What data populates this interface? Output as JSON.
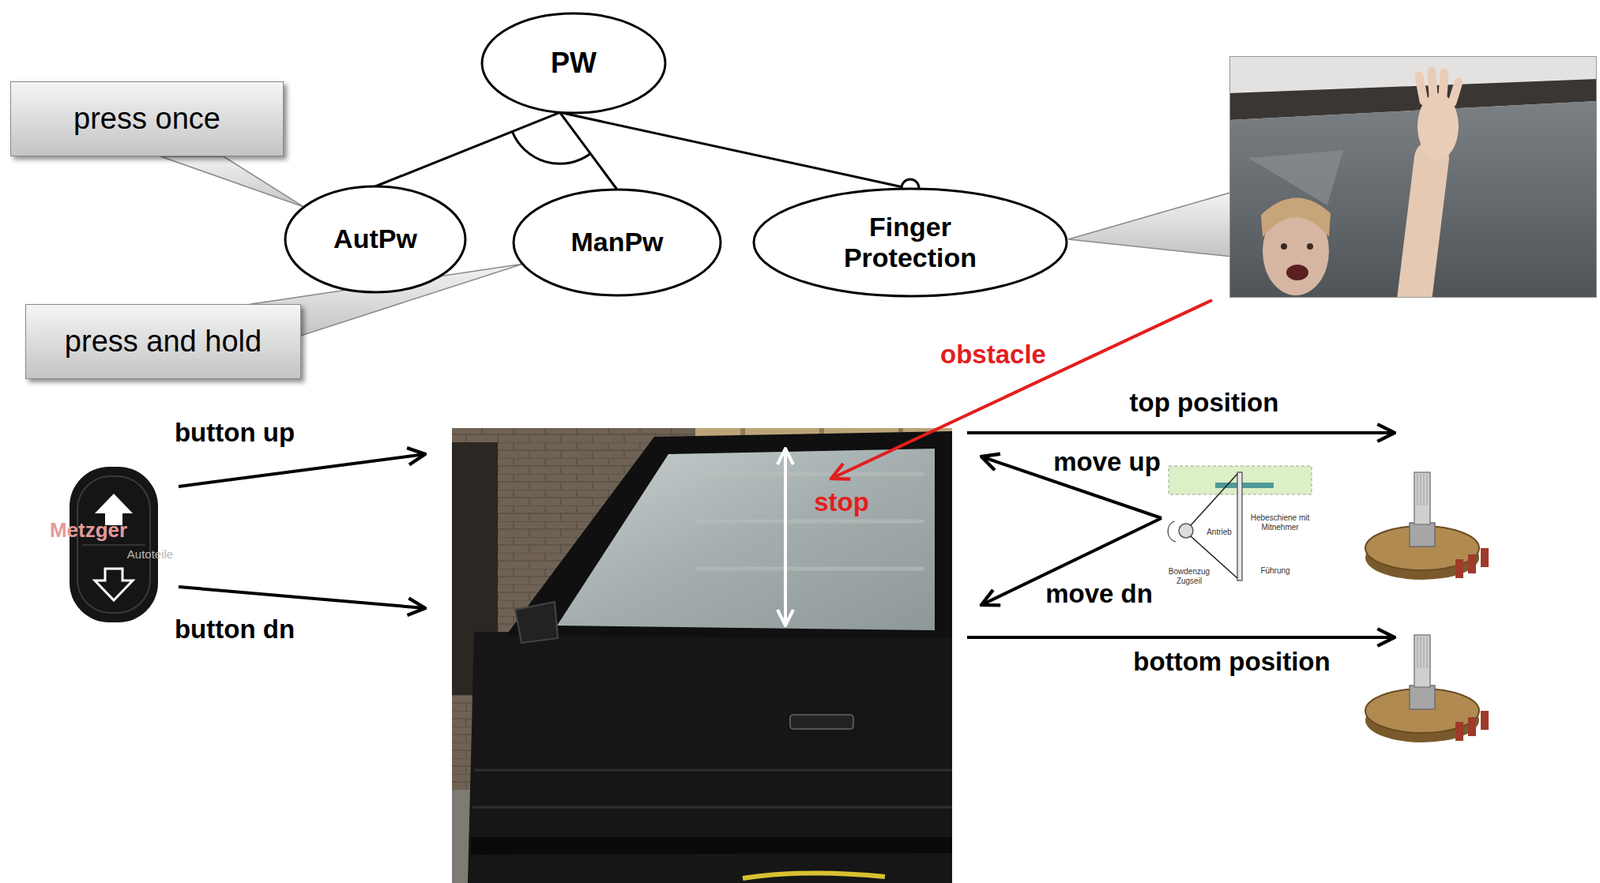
{
  "diagram": {
    "nodes": [
      {
        "text": [
          "PW"
        ]
      },
      {
        "text": [
          "press once"
        ]
      },
      {
        "text": [
          "AutPw"
        ]
      },
      {
        "text": [
          "ManPw"
        ]
      },
      {
        "text": [
          "Finger Protection"
        ]
      },
      {
        "text": [
          "press and hold"
        ]
      }
    ],
    "edges": [
      {
        "from": 0,
        "to": 2,
        "arrow": "none"
      },
      {
        "from": 0,
        "to": 3,
        "arrow": "none"
      },
      {
        "from": 0,
        "to": 4,
        "arrow": "none"
      },
      {
        "from": 1,
        "to": 2,
        "arrow": "none"
      },
      {
        "from": 5,
        "to": 3,
        "arrow": "none"
      }
    ],
    "labels": [
      "obstacle",
      "top position",
      "button up",
      "move up",
      "stop",
      "Hebeschiene mit Mitnehmer",
      "Antrieb",
      "Metzger",
      "Autoteile",
      "Bowdenzug Zugseil",
      "Führung",
      "move dn",
      "button dn",
      "bottom position"
    ]
  }
}
